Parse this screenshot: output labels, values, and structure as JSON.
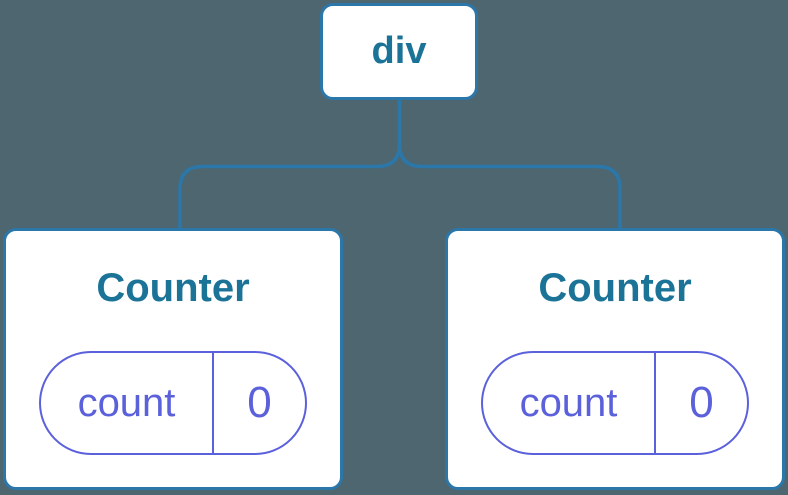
{
  "colors": {
    "background": "#4D6670",
    "line_blue": "#2B77A9",
    "label_blue": "#1B7398",
    "state_purple": "#5B60DB",
    "card_background": "#FFFFFF"
  },
  "tree": {
    "root": {
      "label": "div"
    },
    "children": [
      {
        "title": "Counter",
        "state": {
          "name": "count",
          "value": "0"
        }
      },
      {
        "title": "Counter",
        "state": {
          "name": "count",
          "value": "0"
        }
      }
    ]
  }
}
